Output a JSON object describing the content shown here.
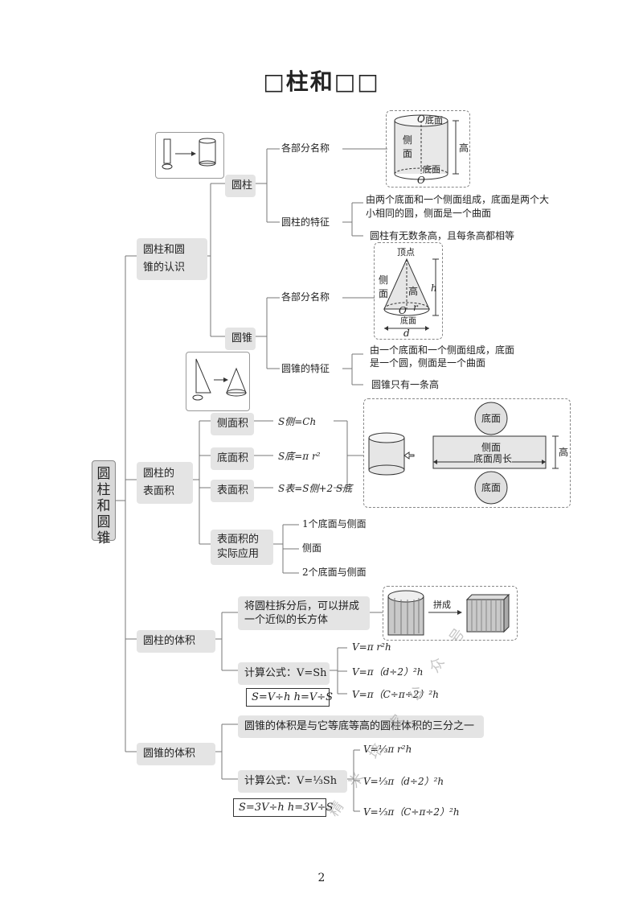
{
  "title": "□柱和□□",
  "root": [
    "圆",
    "柱",
    "和",
    "圆",
    "锥"
  ],
  "recognition": {
    "label_line1": "圆柱和圆",
    "label_line2": "锥的认识",
    "cylinder": {
      "label": "圆柱",
      "parts_label": "各部分名称",
      "features_label": "圆柱的特征",
      "feature1_line1": "由两个底面和一个侧面组成，底面是两个大",
      "feature1_line2": "小相同的圆，侧面是一个曲面",
      "feature2": "圆柱有无数条高，且每条高都相等",
      "diagram": {
        "top_base": "底面",
        "bottom_base": "底面",
        "side_1": "侧",
        "side_2": "面",
        "height": "高",
        "center": "O"
      }
    },
    "cone": {
      "label": "圆锥",
      "parts_label": "各部分名称",
      "features_label": "圆锥的特征",
      "feature1_line1": "由一个底面和一个侧面组成，底面",
      "feature1_line2": "是一个圆，侧面是一个曲面",
      "feature2": "圆锥只有一条高",
      "diagram": {
        "apex": "顶点",
        "side_1": "侧",
        "side_2": "面",
        "height": "高",
        "h": "h",
        "center": "O",
        "r": "r",
        "base": "底面",
        "d": "d"
      }
    }
  },
  "surface_area": {
    "label_line1": "圆柱的",
    "label_line2": "表面积",
    "lateral_label": "侧面积",
    "lateral_formula": "S侧=Ch",
    "base_label": "底面积",
    "base_formula": "S底=π r²",
    "surface_label": "表面积",
    "surface_formula": "S表=S侧+2 S底",
    "apply_line1": "表面积的",
    "apply_line2": "实际应用",
    "apply_items": [
      "1个底面与侧面",
      "侧面",
      "2个底面与侧面"
    ],
    "net": {
      "top": "底面",
      "bottom": "底面",
      "side": "侧面",
      "perimeter": "底面周长",
      "height": "高"
    }
  },
  "cyl_volume": {
    "label": "圆柱的体积",
    "idea_line1": "将圆柱拆分后，可以拼成",
    "idea_line2": "一个近似的长方体",
    "arrow_text": "拼成",
    "formula_label": "计算公式：V=Sh",
    "formulas": [
      "V=π r²h",
      "V=π（d÷2）²h",
      "V=π（C÷π÷2）²h"
    ],
    "derived": "S=V÷h   h=V÷S"
  },
  "cone_volume": {
    "label": "圆锥的体积",
    "rule": "圆锥的体积是与它等底等高的圆柱体积的三分之一",
    "formula_label": "计算公式：V=⅓Sh",
    "formulas": [
      "V=⅓π r²h",
      "V=⅓π（d÷2）²h",
      "V=⅓π（C÷π÷2）²h"
    ],
    "derived": "S=3V÷h   h=3V÷S"
  },
  "watermark": "精 米 培 家 公 众 号",
  "page_number": "2"
}
